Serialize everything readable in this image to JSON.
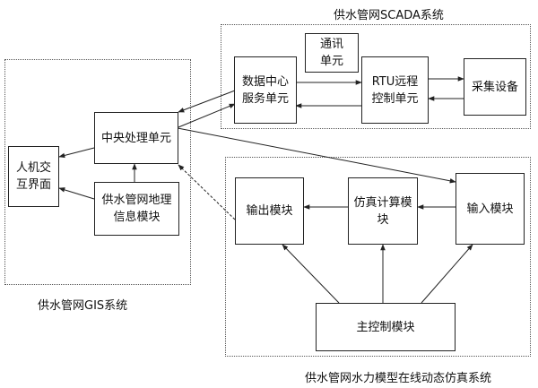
{
  "groups": {
    "scada": {
      "title": "供水管网SCADA系统"
    },
    "gis": {
      "title": "供水管网GIS系统"
    },
    "sim": {
      "title": "供水管网水力模型在线动态仿真系统"
    }
  },
  "boxes": {
    "comm_unit": "通讯\n单元",
    "data_center": "数据中心\n服务单元",
    "rtu": "RTU远程\n控制单元",
    "collector": "采集设备",
    "cpu": "中央处理单元",
    "hmi": "人机交\n互界面",
    "gis_module": "供水管网地理\n信息模块",
    "output_module": "输出模块",
    "sim_module": "仿真计算模\n块",
    "input_module": "输入模块",
    "main_control": "主控制模块"
  }
}
